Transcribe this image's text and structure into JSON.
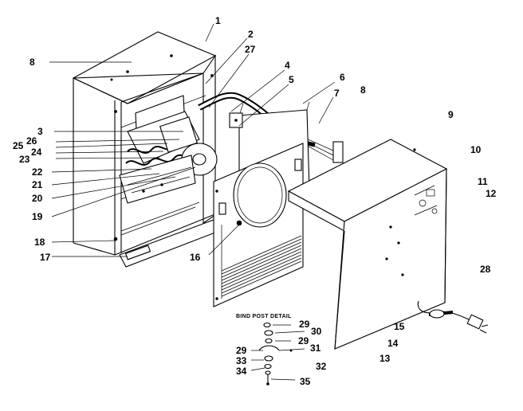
{
  "bind_post_detail_label": "BIND POST DETAIL",
  "callouts": [
    {
      "id": "1",
      "text": "1"
    },
    {
      "id": "2",
      "text": "2"
    },
    {
      "id": "27",
      "text": "27"
    },
    {
      "id": "4",
      "text": "4"
    },
    {
      "id": "5",
      "text": "5"
    },
    {
      "id": "6",
      "text": "6"
    },
    {
      "id": "7",
      "text": "7"
    },
    {
      "id": "8a",
      "text": "8"
    },
    {
      "id": "8b",
      "text": "8"
    },
    {
      "id": "9",
      "text": "9"
    },
    {
      "id": "10",
      "text": "10"
    },
    {
      "id": "11",
      "text": "11"
    },
    {
      "id": "12",
      "text": "12"
    },
    {
      "id": "28",
      "text": "28"
    },
    {
      "id": "3",
      "text": "3"
    },
    {
      "id": "26",
      "text": "26"
    },
    {
      "id": "25",
      "text": "25"
    },
    {
      "id": "24",
      "text": "24"
    },
    {
      "id": "23",
      "text": "23"
    },
    {
      "id": "22",
      "text": "22"
    },
    {
      "id": "21",
      "text": "21"
    },
    {
      "id": "20",
      "text": "20"
    },
    {
      "id": "19",
      "text": "19"
    },
    {
      "id": "18",
      "text": "18"
    },
    {
      "id": "17",
      "text": "17"
    },
    {
      "id": "16",
      "text": "16"
    },
    {
      "id": "15",
      "text": "15"
    },
    {
      "id": "14",
      "text": "14"
    },
    {
      "id": "13",
      "text": "13"
    },
    {
      "id": "29a",
      "text": "29"
    },
    {
      "id": "30",
      "text": "30"
    },
    {
      "id": "29b",
      "text": "29"
    },
    {
      "id": "31",
      "text": "31"
    },
    {
      "id": "29c",
      "text": "29"
    },
    {
      "id": "33",
      "text": "33"
    },
    {
      "id": "32",
      "text": "32"
    },
    {
      "id": "34",
      "text": "34"
    },
    {
      "id": "35",
      "text": "35"
    }
  ]
}
